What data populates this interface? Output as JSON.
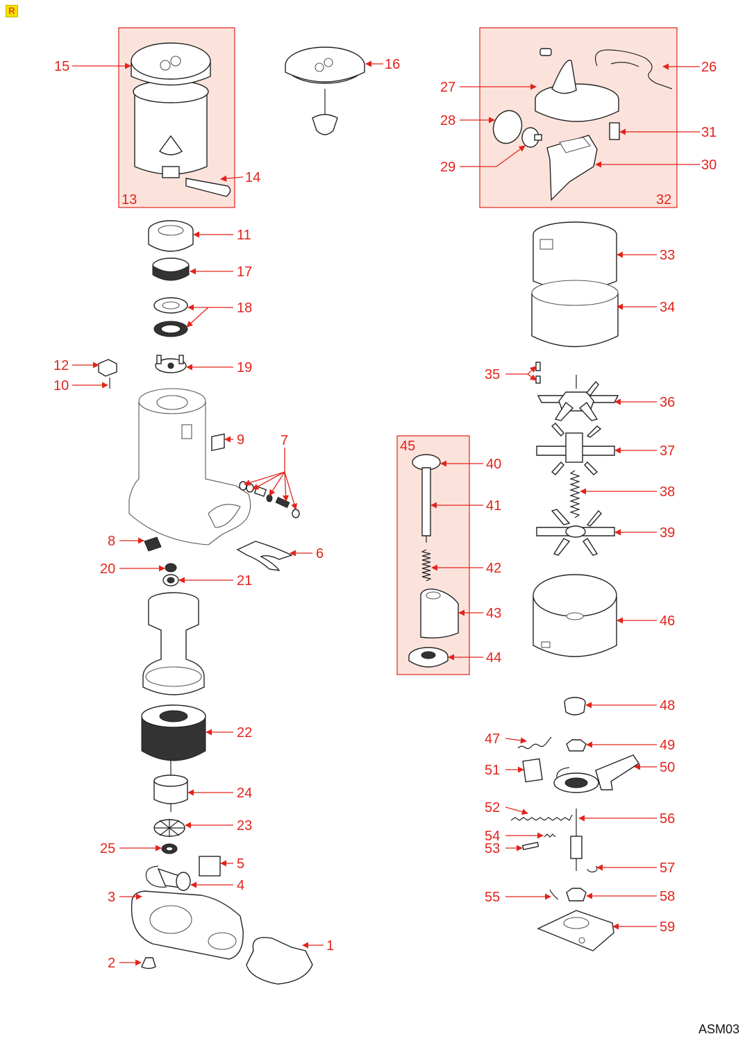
{
  "badge": "R",
  "drawing_code": "ASM03",
  "colors": {
    "callout": "#e3231b",
    "group_fill": "#fbe3dc",
    "badge": "#f6e000"
  },
  "group_labels": {
    "g13": "13",
    "g32": "32",
    "g45": "45"
  },
  "callouts": {
    "c1": "1",
    "c2": "2",
    "c3": "3",
    "c4": "4",
    "c5": "5",
    "c6": "6",
    "c7": "7",
    "c8": "8",
    "c9": "9",
    "c10": "10",
    "c11": "11",
    "c12": "12",
    "c14": "14",
    "c15": "15",
    "c16": "16",
    "c17": "17",
    "c18": "18",
    "c19": "19",
    "c20": "20",
    "c21": "21",
    "c22": "22",
    "c23": "23",
    "c24": "24",
    "c25": "25",
    "c26": "26",
    "c27": "27",
    "c28": "28",
    "c29": "29",
    "c30": "30",
    "c31": "31",
    "c33": "33",
    "c34": "34",
    "c35": "35",
    "c36": "36",
    "c37": "37",
    "c38": "38",
    "c39": "39",
    "c40": "40",
    "c41": "41",
    "c42": "42",
    "c43": "43",
    "c44": "44",
    "c46": "46",
    "c47": "47",
    "c48": "48",
    "c49": "49",
    "c50": "50",
    "c51": "51",
    "c52": "52",
    "c53": "53",
    "c54": "54",
    "c55": "55",
    "c56": "56",
    "c57": "57",
    "c58": "58",
    "c59": "59"
  }
}
